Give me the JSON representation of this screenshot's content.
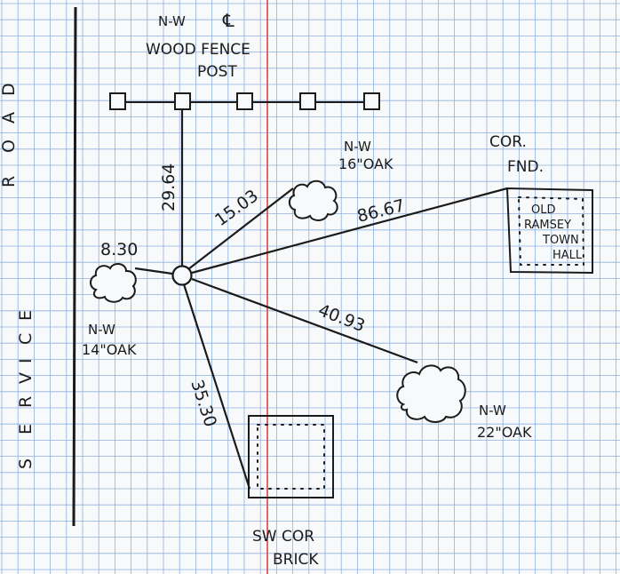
{
  "labels": {
    "road_letters": [
      "R",
      "O",
      "A",
      "D"
    ],
    "service_letters": [
      "S",
      "E",
      "R",
      "V",
      "I",
      "C",
      "E"
    ],
    "fence_nw": "N-W",
    "fence_cl": "℄",
    "fence_line1": "WOOD FENCE",
    "fence_line2": "POST",
    "oak16_nw": "N-W",
    "oak16_size": "16\"OAK",
    "cor_fnd_line1": "COR.",
    "cor_fnd_line2": "FND.",
    "town_hall_line1": "OLD",
    "town_hall_line2": "RAMSEY",
    "town_hall_line3": "TOWN",
    "town_hall_line4": "HALL",
    "oak14_nw": "N-W",
    "oak14_size": "14\"OAK",
    "oak22_nw": "N-W",
    "oak22_size": "22\"OAK",
    "brick_line1": "SW COR",
    "brick_line2": "BRICK"
  },
  "distances": {
    "to_fence_post": "29.64",
    "to_oak_16": "15.03",
    "to_cor_fnd": "86.67",
    "to_oak_14": "8.30",
    "to_oak_22": "40.93",
    "to_brick": "35.30"
  },
  "colors": {
    "paper": "#f7f9fb",
    "grid": "#8fb1dc",
    "ink": "#1b1b1b",
    "margin_line": "#d9463f"
  }
}
